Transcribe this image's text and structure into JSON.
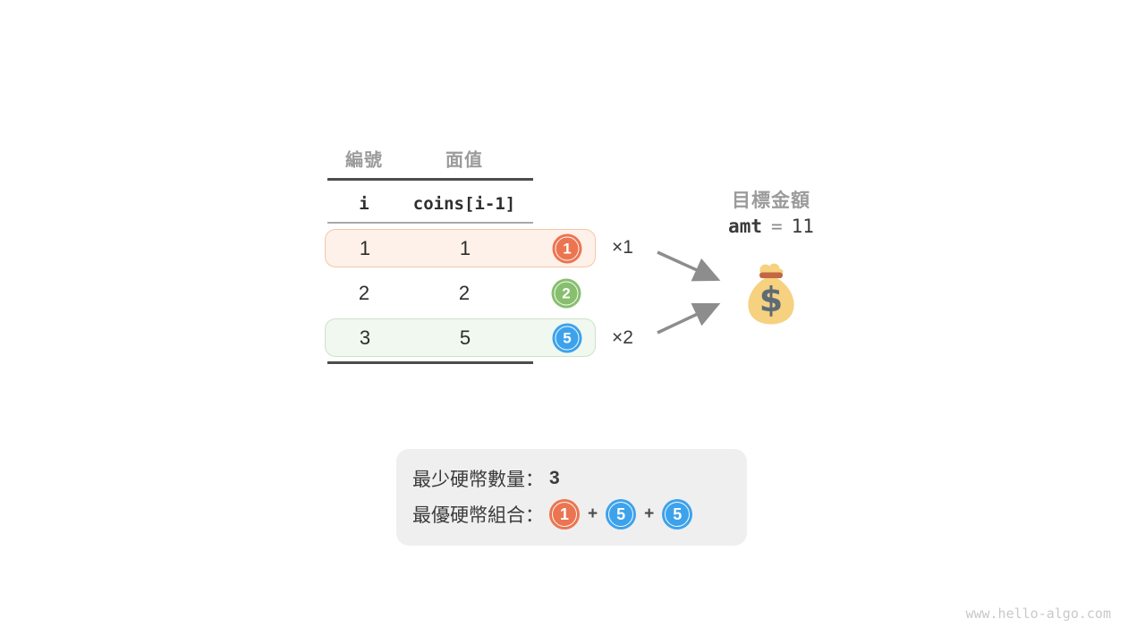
{
  "table": {
    "header_cn": {
      "col1": "編號",
      "col2": "面值"
    },
    "header_code": {
      "col1": "i",
      "col2": "coins[i-1]"
    },
    "rows": [
      {
        "i": "1",
        "value": "1",
        "coin": "1",
        "coin_color": "orange",
        "multiplier": "×1",
        "highlight": "orange"
      },
      {
        "i": "2",
        "value": "2",
        "coin": "2",
        "coin_color": "green",
        "multiplier": "",
        "highlight": "none"
      },
      {
        "i": "3",
        "value": "5",
        "coin": "5",
        "coin_color": "blue",
        "multiplier": "×2",
        "highlight": "green"
      }
    ]
  },
  "target": {
    "label": "目標金額",
    "var": "amt",
    "equals": "=",
    "value": "11"
  },
  "result_box": {
    "min_count_label": "最少硬幣數量：",
    "min_count_value": "3",
    "combo_label": "最優硬幣組合：",
    "combo_coins": [
      {
        "value": "1",
        "color": "orange"
      },
      {
        "value": "5",
        "color": "blue"
      },
      {
        "value": "5",
        "color": "blue"
      }
    ],
    "plus": "+"
  },
  "icons": {
    "money_bag": "money-bag-icon",
    "arrows": "arrow-icon"
  },
  "watermark": "www.hello-algo.com",
  "colors": {
    "coin_orange": "#ec7551",
    "coin_green": "#87bf6e",
    "coin_blue": "#3da2ec",
    "row_highlight_orange_bg": "#fdf1e9",
    "row_highlight_orange_border": "#f4c7a9",
    "row_highlight_green_bg": "#f1f8ef",
    "row_highlight_green_border": "#cde2c9",
    "arrow_gray": "#8d8d8d",
    "header_gray": "#9b9b9b",
    "result_box_bg": "#efefef",
    "bag_yellow": "#f6d180",
    "bag_band": "#c36743",
    "bag_dollar": "#5d6b75"
  }
}
